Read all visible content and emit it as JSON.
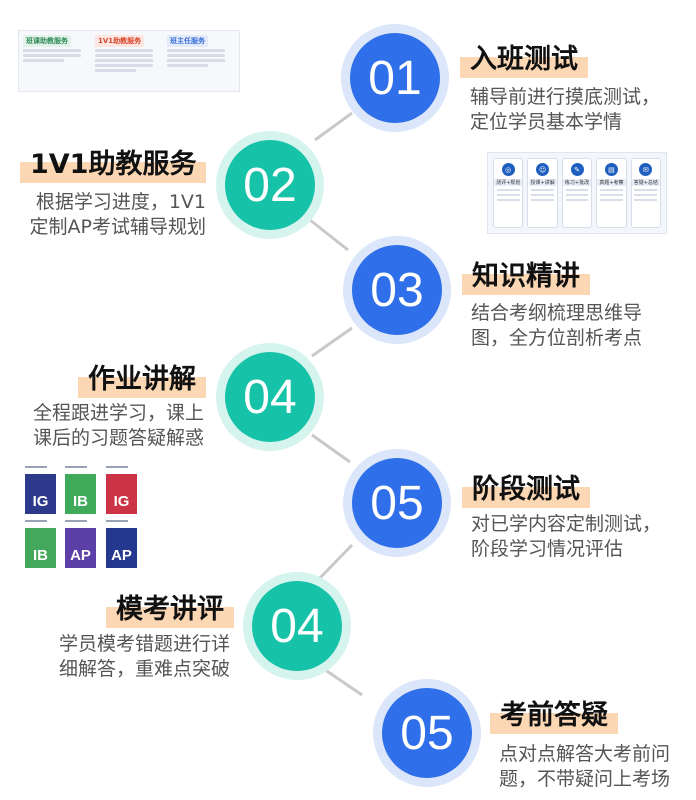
{
  "steps": [
    {
      "number": "01",
      "title": "入班测试",
      "desc": "辅导前进行摸底测试，\n定位学员基本学情",
      "color": "#2f6fe9"
    },
    {
      "number": "02",
      "title": "1V1助教服务",
      "desc": "根据学习进度，1V1\n定制AP考试辅导规划",
      "color": "#16c2a8"
    },
    {
      "number": "03",
      "title": "知识精讲",
      "desc": "结合考纲梳理思维导\n图，全方位剖析考点",
      "color": "#2f6fe9"
    },
    {
      "number": "04",
      "title": "作业讲解",
      "desc": "全程跟进学习，课上\n课后的习题答疑解惑",
      "color": "#16c2a8"
    },
    {
      "number": "05",
      "title": "阶段测试",
      "desc": "对已学内容定制测试，\n阶段学习情况评估",
      "color": "#2f6fe9"
    },
    {
      "number": "04",
      "title": "模考讲评",
      "desc": "学员模考错题进行详\n细解答，重难点突破",
      "color": "#16c2a8"
    },
    {
      "number": "05",
      "title": "考前答疑",
      "desc": "点对点解答大考前问\n题，不带疑问上考场",
      "color": "#2f6fe9"
    }
  ],
  "service_table": {
    "columns": [
      {
        "header": "班课助教服务",
        "color": "#2e8b57"
      },
      {
        "header": "1V1助教服务",
        "color": "#d9452b"
      },
      {
        "header": "班主任服务",
        "color": "#3a6fd8"
      }
    ]
  },
  "process_cards": [
    {
      "label": "测评+规划",
      "icon": "target-icon"
    },
    {
      "label": "授课+讲解",
      "icon": "teacher-icon"
    },
    {
      "label": "练习+批改",
      "icon": "pencil-icon"
    },
    {
      "label": "真题+考察",
      "icon": "document-icon"
    },
    {
      "label": "答疑+总结",
      "icon": "chat-icon"
    }
  ],
  "books": [
    {
      "text": "IG",
      "color": "#2d3a8c"
    },
    {
      "text": "IB",
      "color": "#3faa5a"
    },
    {
      "text": "IG",
      "color": "#cc3344"
    },
    {
      "text": "IB",
      "color": "#43a85c"
    },
    {
      "text": "AP",
      "color": "#5b3ea6"
    },
    {
      "text": "AP",
      "color": "#24388f"
    }
  ]
}
